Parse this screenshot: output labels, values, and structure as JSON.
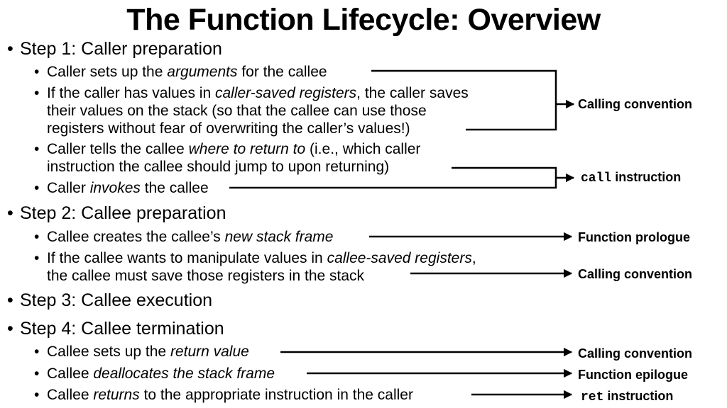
{
  "title": "The Function Lifecycle: Overview",
  "bullet_glyph": "•",
  "steps": [
    {
      "label": "Step 1: Caller preparation",
      "items": [
        {
          "parts": [
            "Caller sets up the ",
            "arguments",
            " for the callee"
          ]
        },
        {
          "lines": [
            [
              "If the caller has values in ",
              "caller-saved registers",
              ", the caller saves"
            ],
            [
              "their values on the stack (so that the callee can use those"
            ],
            [
              "registers without fear of overwriting the caller’s values!)"
            ]
          ]
        },
        {
          "lines": [
            [
              "Caller tells the callee ",
              "where to return to",
              " (i.e., which caller"
            ],
            [
              "instruction the callee should jump to upon returning)"
            ]
          ]
        },
        {
          "parts": [
            "Caller ",
            "invokes",
            " the callee"
          ]
        }
      ]
    },
    {
      "label": "Step 2: Callee preparation",
      "items": [
        {
          "parts": [
            "Callee creates the callee’s ",
            "new stack frame",
            ""
          ]
        },
        {
          "lines": [
            [
              "If the callee wants to manipulate values in ",
              "callee-saved registers",
              ","
            ],
            [
              "the callee must save those registers in the stack"
            ]
          ]
        }
      ]
    },
    {
      "label": "Step 3: Callee execution"
    },
    {
      "label": "Step 4: Callee termination",
      "items": [
        {
          "parts": [
            "Callee sets up the ",
            "return value",
            ""
          ]
        },
        {
          "parts": [
            "Callee ",
            "deallocates the stack frame",
            ""
          ]
        },
        {
          "parts": [
            "Callee ",
            "returns",
            " to the appropriate instruction in the caller"
          ]
        }
      ]
    }
  ],
  "annotations": {
    "calling_convention_1": "Calling convention",
    "call_code": "call",
    "call_suffix": " instruction",
    "prologue": "Function prologue",
    "calling_convention_2": "Calling convention",
    "calling_convention_3": "Calling convention",
    "epilogue": "Function epilogue",
    "ret_code": "ret",
    "ret_suffix": " instruction"
  }
}
